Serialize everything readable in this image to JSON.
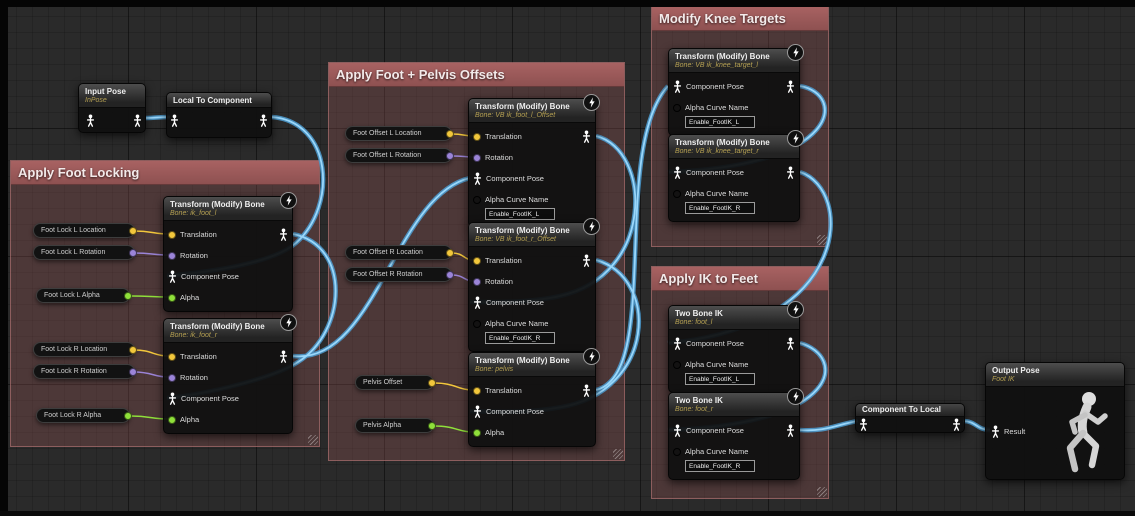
{
  "comments": {
    "foot_locking": "Apply Foot Locking",
    "offsets": "Apply Foot + Pelvis Offsets",
    "knee": "Modify Knee Targets",
    "ik": "Apply IK to Feet"
  },
  "labels": {
    "translation": "Translation",
    "rotation": "Rotation",
    "component_pose": "Component Pose",
    "alpha": "Alpha",
    "alpha_curve_name": "Alpha Curve Name",
    "result": "Result"
  },
  "nodes": {
    "input_pose": {
      "title": "Input Pose",
      "subtitle": "InPose"
    },
    "local_to_component": {
      "title": "Local To Component"
    },
    "component_to_local": {
      "title": "Component To Local"
    },
    "output_pose": {
      "title": "Output Pose",
      "subtitle": "Foot IK"
    },
    "tmb_title": "Transform (Modify) Bone",
    "two_bone_title": "Two Bone IK",
    "bones": {
      "foot_lock_l": "Bone: ik_foot_l",
      "foot_lock_r": "Bone: ik_foot_r",
      "offset_l": "Bone: VB ik_foot_l_Offset",
      "offset_r": "Bone: VB ik_foot_r_Offset",
      "pelvis": "Bone: pelvis",
      "knee_l": "Bone: VB ik_knee_target_l",
      "knee_r": "Bone: VB ik_knee_target_r",
      "two_bone_l": "Bone: foot_l",
      "two_bone_r": "Bone: foot_r"
    },
    "curves": {
      "l": "Enable_FootIK_L",
      "r": "Enable_FootIK_R"
    }
  },
  "pills": {
    "foot_lock_l_location": "Foot Lock L Location",
    "foot_lock_l_rotation": "Foot Lock L Rotation",
    "foot_lock_l_alpha": "Foot Lock L Alpha",
    "foot_lock_r_location": "Foot Lock R Location",
    "foot_lock_r_rotation": "Foot Lock R Rotation",
    "foot_lock_r_alpha": "Foot Lock R Alpha",
    "foot_offset_l_location": "Foot Offset L Location",
    "foot_offset_l_rotation": "Foot Offset L Rotation",
    "foot_offset_r_location": "Foot Offset R Location",
    "foot_offset_r_rotation": "Foot Offset R Rotation",
    "pelvis_offset": "Pelvis Offset",
    "pelvis_alpha": "Pelvis Alpha"
  },
  "colors": {
    "comment_header": "#9e5a5a",
    "pose_wire": "#6fc3ee",
    "pin_vector": "#f2c73c",
    "pin_rotator": "#9b84d8",
    "pin_float": "#8fe03a",
    "pin_name": "#c79fd8",
    "pose_pin": "#ffffff"
  }
}
